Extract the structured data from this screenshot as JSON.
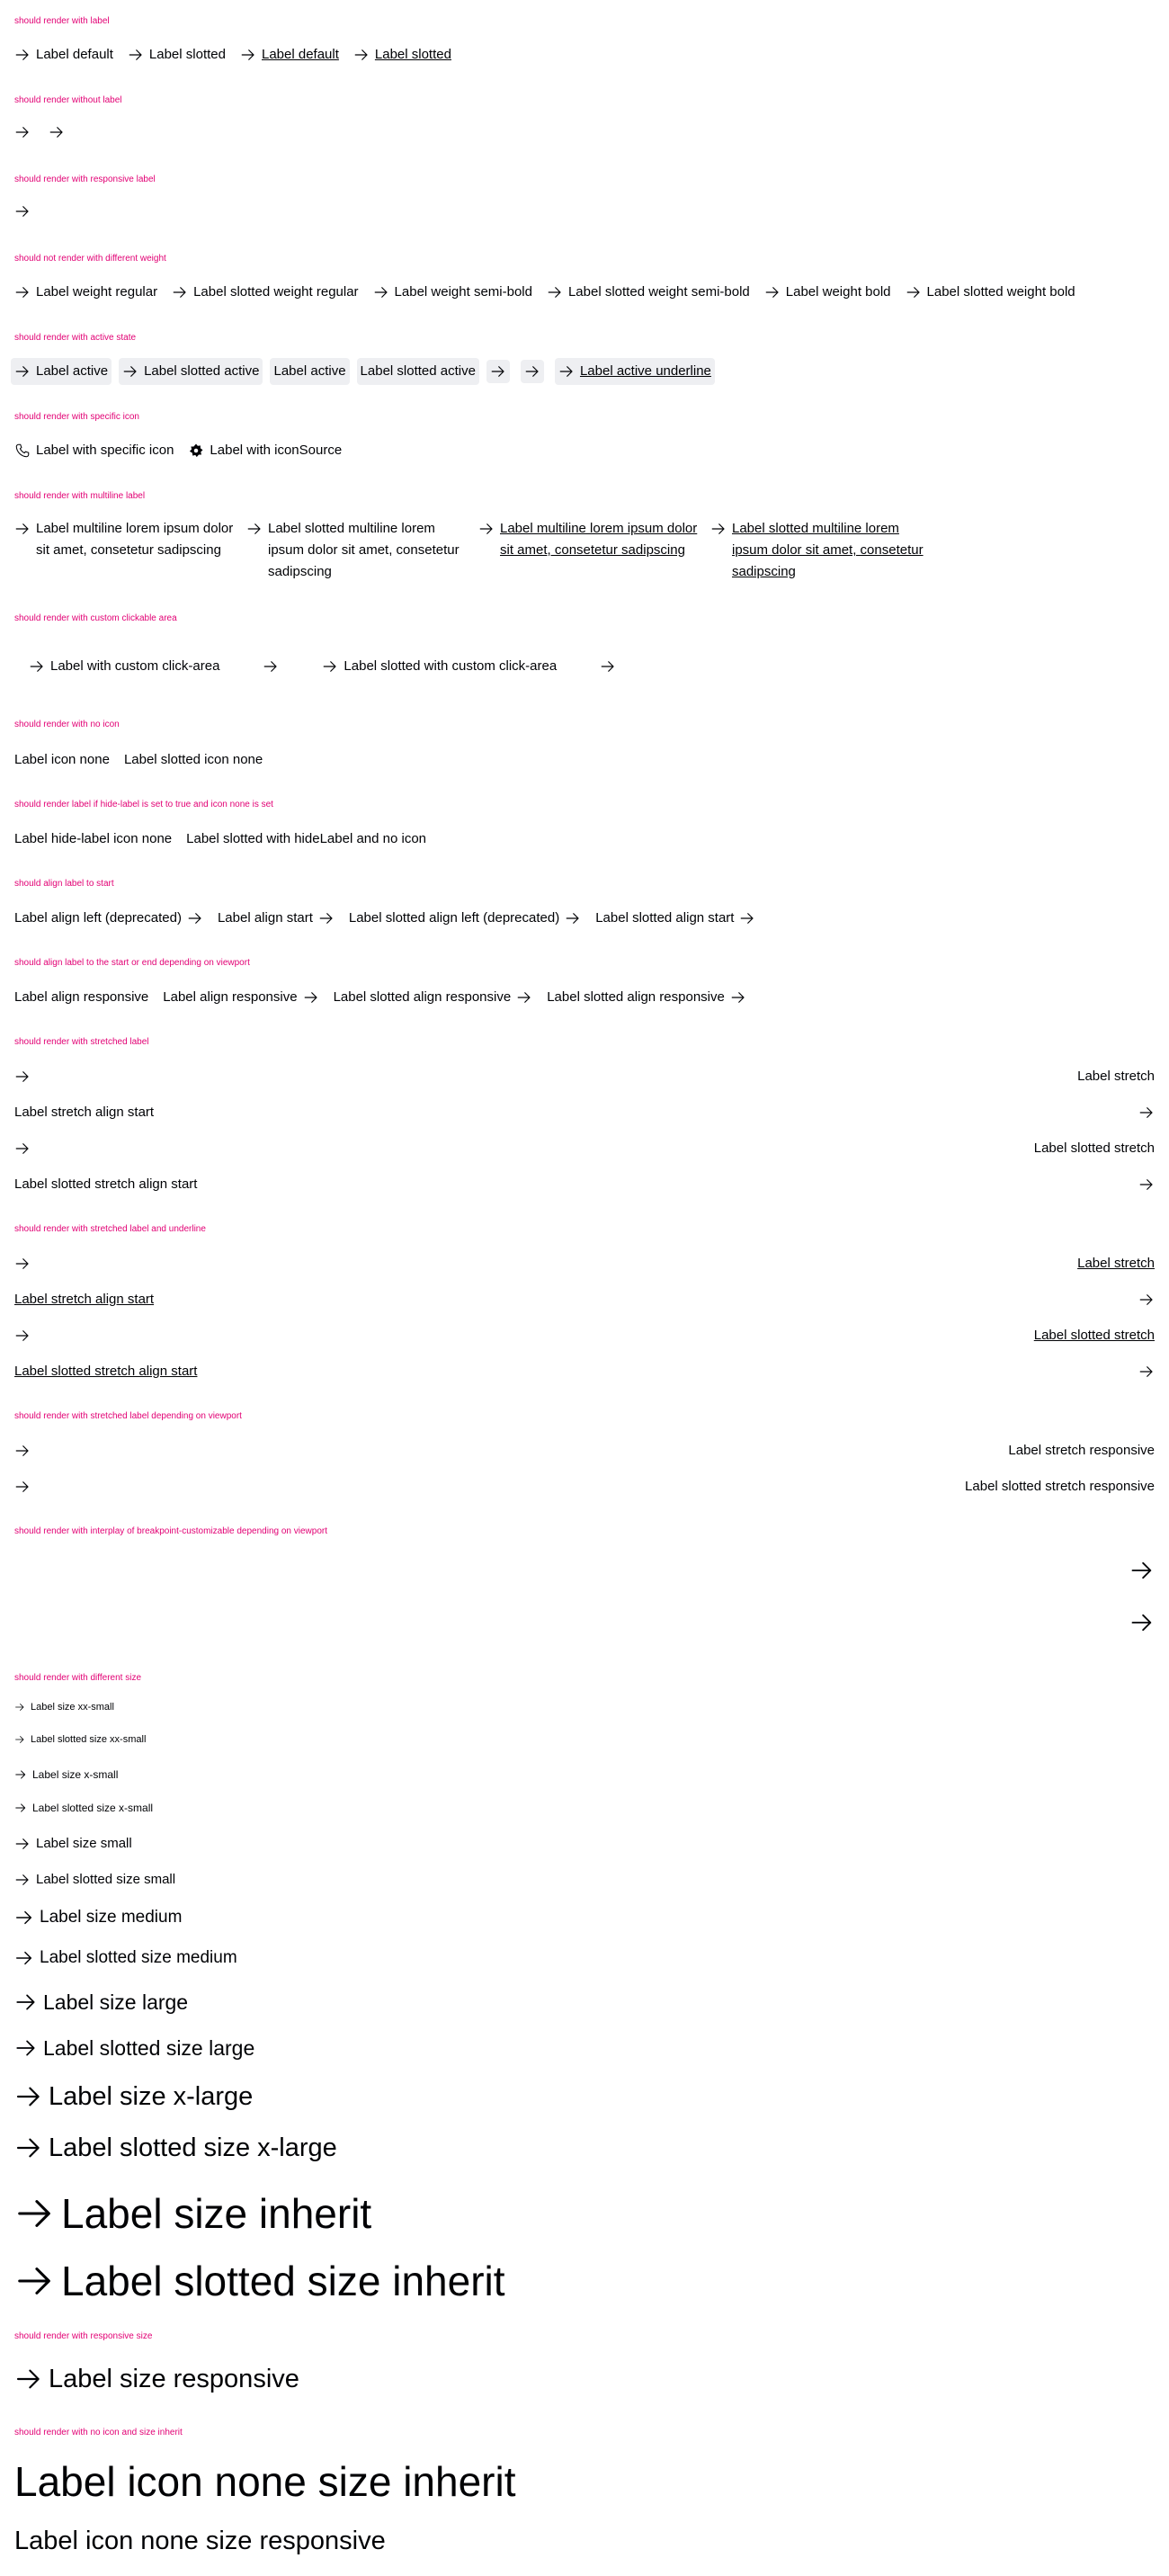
{
  "sections": {
    "label": "should render with label",
    "without_label": "should render without label",
    "responsive_label": "should render with responsive label",
    "weight": "should not render with different weight",
    "active": "should render with active state",
    "specific_icon": "should render with specific icon",
    "multiline": "should render with multiline label",
    "click_area": "should render with custom clickable area",
    "no_icon": "should render with no icon",
    "hide_label": "should render label if hide-label is set to true and icon none is set",
    "align_start": "should align label to start",
    "align_responsive": "should align label to the start or end depending on viewport",
    "stretched": "should render with stretched label",
    "stretched_underline": "should render with stretched label and underline",
    "stretched_viewport": "should render with stretched label depending on viewport",
    "interplay": "should render with interplay of breakpoint-customizable depending on viewport",
    "sizes": "should render with different size",
    "responsive_size": "should render with responsive size",
    "no_icon_inherit": "should render with no icon and size inherit"
  },
  "labels": {
    "default": "Label default",
    "slotted": "Label slotted",
    "weight_regular": "Label weight regular",
    "slotted_weight_regular": "Label slotted weight regular",
    "weight_semibold": "Label weight semi-bold",
    "slotted_weight_semibold": "Label slotted weight semi-bold",
    "weight_bold": "Label weight bold",
    "slotted_weight_bold": "Label slotted weight bold",
    "active": "Label active",
    "slotted_active": "Label slotted active",
    "active_underline": "Label active underline",
    "specific_icon": "Label with specific icon",
    "icon_source": "Label with iconSource",
    "multiline": "Label multiline lorem ipsum dolor sit amet, consetetur sadipscing",
    "slotted_multiline": "Label slotted multiline lorem ipsum dolor sit amet, consetetur sadipscing",
    "custom_click": "Label with custom click-area",
    "slotted_custom_click": "Label slotted with custom click-area",
    "icon_none": "Label icon none",
    "slotted_icon_none": "Label slotted icon none",
    "hide_label_icon_none": "Label hide-label icon none",
    "slotted_hide_label": "Label slotted with hideLabel and no icon",
    "align_left": "Label align left (deprecated)",
    "align_start": "Label align start",
    "slotted_align_left": "Label slotted align left (deprecated)",
    "slotted_align_start": "Label slotted align start",
    "align_responsive": "Label align responsive",
    "slotted_align_responsive": "Label slotted align responsive",
    "stretch": "Label stretch",
    "stretch_align_start": "Label stretch align start",
    "slotted_stretch": "Label slotted stretch",
    "slotted_stretch_align_start": "Label slotted stretch align start",
    "stretch_responsive": "Label stretch responsive",
    "slotted_stretch_responsive": "Label slotted stretch responsive",
    "size_xxsmall": "Label size xx-small",
    "slotted_size_xxsmall": "Label slotted size xx-small",
    "size_xsmall": "Label size x-small",
    "slotted_size_xsmall": "Label slotted size x-small",
    "size_small": "Label size small",
    "slotted_size_small": "Label slotted size small",
    "size_medium": "Label size medium",
    "slotted_size_medium": "Label slotted size medium",
    "size_large": "Label size large",
    "slotted_size_large": "Label slotted size large",
    "size_xlarge": "Label size x-large",
    "slotted_size_xlarge": "Label slotted size x-large",
    "size_inherit": "Label size inherit",
    "slotted_size_inherit": "Label slotted size inherit",
    "size_responsive": "Label size responsive",
    "icon_none_inherit": "Label icon none size inherit",
    "icon_none_responsive": "Label icon none size responsive"
  },
  "icons": {
    "arrow": "arrow-right-icon",
    "phone": "phone-icon",
    "custom": "badge-icon"
  },
  "colors": {
    "accent": "#e20074",
    "text": "#010205",
    "active_bg": "#eeeff2"
  }
}
